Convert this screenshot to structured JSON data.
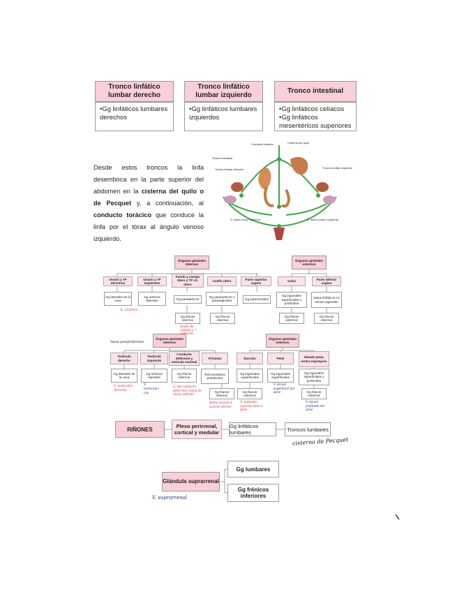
{
  "top_boxes": [
    {
      "title": "Tronco linfático lumbar derecho",
      "items": [
        "•Gg linfáticos lumbares derechos"
      ]
    },
    {
      "title": "Tronco linfático lumbar izquierdo",
      "items": [
        "•Gg linfáticos lumbares izquierdos"
      ]
    },
    {
      "title": "Tronco intestinal",
      "items": [
        "•Gg linfáticos celíacos",
        "•Gg linfáticos mesentéricos superiores"
      ]
    }
  ],
  "paragraph": {
    "p1": "Desde estos troncos la linfa desemboca en la parte superior del abdomen en la ",
    "b1": "cisterna del quilo o de Pecquet",
    "p2": " y, a continuación, al ",
    "b2": "conducto torácico",
    "p3": " que conduce la linfa por el tórax al ángulo venoso izquierdo."
  },
  "figure_labels": {
    "conducto": "Conducto torácico",
    "cisterna": "Cisterna del quilo",
    "intestinal": "Tronco intestinal",
    "lumbar_der": "Tronco lumbar derecho",
    "lumbar_izq": "Tronco lumbar izquierdo",
    "vena_der": "G. iliaca comun derecha",
    "vena_izq": "G. iliaca comun izquierda"
  },
  "female": {
    "internal_title": "Órganos genitales internos",
    "external_title": "Órganos genitales externos",
    "internal_cols": [
      {
        "title": "Ovario y TF derechos",
        "node": "Gg laterales de la cava"
      },
      {
        "title": "Ovario y TF izquierdos",
        "node": "Gg aórticos laterales"
      },
      {
        "title": "Fondo y cuerpo útero y TF c/c útero",
        "node": "Gg paraaórticos"
      },
      {
        "title": "Cuello útero",
        "node": "Gg paraaorticos o paravaginales"
      },
      {
        "title": "Parte superior vagina",
        "node": "Gg pararrectales"
      }
    ],
    "internal_sub": [
      "Gg Ilíacos internos",
      "Gg Ilíacos internos"
    ],
    "external_cols": [
      {
        "title": "Vulva",
        "node": "Gg inguinales superficiales o profundos"
      },
      {
        "title": "Parte inferior vagina",
        "node": "Vasos linfáticos c/c venas vaginales"
      }
    ],
    "external_sub": [
      "Gg Ilíacos externos",
      "Gg Ilíacos internos"
    ]
  },
  "male": {
    "internal_title": "Órganos genitales internos",
    "external_title": "Órganos genitales externos",
    "internal_cols": [
      {
        "title": "Testículo derecho",
        "node": "Gg laterales de la cava"
      },
      {
        "title": "Testículo izquierdo",
        "node": "Gg aórticos laterales"
      },
      {
        "title": "Conducto deferente y vesícula seminal",
        "node": "Gg Ilíacos internos"
      },
      {
        "title": "Próstata",
        "node": "Red prostática periabvolar"
      }
    ],
    "internal_sub": [
      "Gg Ilíacos internos"
    ],
    "external_cols": [
      {
        "title": "Escroto",
        "node": "Gg inguinales superficiales"
      },
      {
        "title": "Pene",
        "node": "Gg inguinales superficiales"
      },
      {
        "title": "Glande pene, uretra esponjosa",
        "node": "Gg inguinales superficiales y profundos"
      }
    ],
    "external_sub": [
      "Gg Ilíacos externos",
      "Gg Ilíacos externos"
    ]
  },
  "kidney": {
    "organ": "RIÑONES",
    "plexus": "Plexo perirrenal, cortical y medular",
    "nodes": "Gg linfáticos lumbares",
    "trunk": "Troncos lumbares"
  },
  "adrenal": {
    "organ": "Glándula suprarrenal",
    "node1": "Gg lumbares",
    "node2": "Gg frénicos inferiores"
  },
  "handwritten": {
    "ovario": "A. ovárica",
    "fondo": "fondo de cúpula y ↑ cubierta",
    "male_left": "Vasos pampiniformes",
    "v_testicular_r": "V. testicular derecha",
    "v_testicular_i": "V. testicular izq",
    "conducto": "A. del conducto deferente (rama de ducto umbral)",
    "prostata": "Rama vesical A. vesical inferior",
    "escroto": "A. pudenda externa rama a pene",
    "pene": "V. dorsal superficial del pene",
    "glande": "V. dorsal profunda del pene",
    "cisterna": "cisterna de Pecquet",
    "suprarrenal": "V. suprarrenal"
  }
}
